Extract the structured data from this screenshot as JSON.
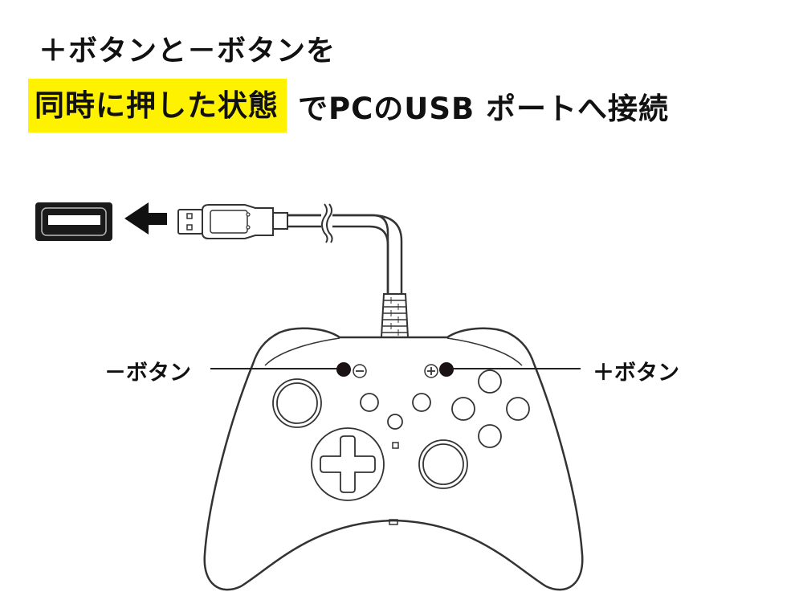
{
  "heading": {
    "line1": "＋ボタンと－ボタンを",
    "line2_highlight": "同時に押した状態",
    "line2_rest": "でPCのUSB ポートへ接続",
    "highlight_color": "#fff200"
  },
  "labels": {
    "minus_button": "－ボタン",
    "plus_button": "＋ボタン"
  }
}
